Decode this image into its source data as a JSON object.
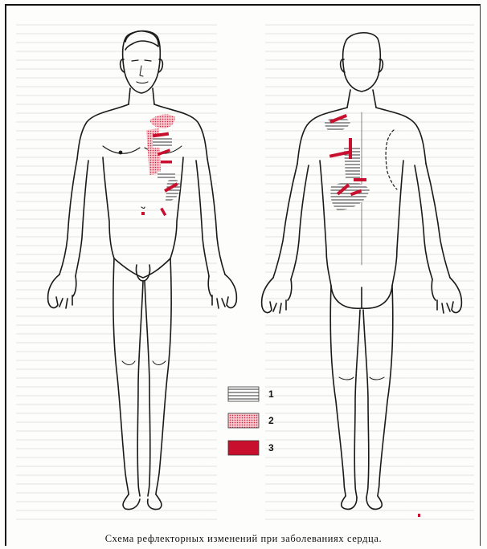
{
  "colors": {
    "paper": "#fdfdfb",
    "outline": "#1a1a1a",
    "zone_red": "#c8102e",
    "zone_pink": "#f3a0ad",
    "hatch_grey": "#555555"
  },
  "legend": {
    "items": [
      {
        "number": "1",
        "pattern": "horizontal-hatch"
      },
      {
        "number": "2",
        "pattern": "pink-dotted"
      },
      {
        "number": "3",
        "pattern": "solid-red"
      }
    ]
  },
  "caption": "Схема рефлекторных изменений при заболеваниях сердца."
}
